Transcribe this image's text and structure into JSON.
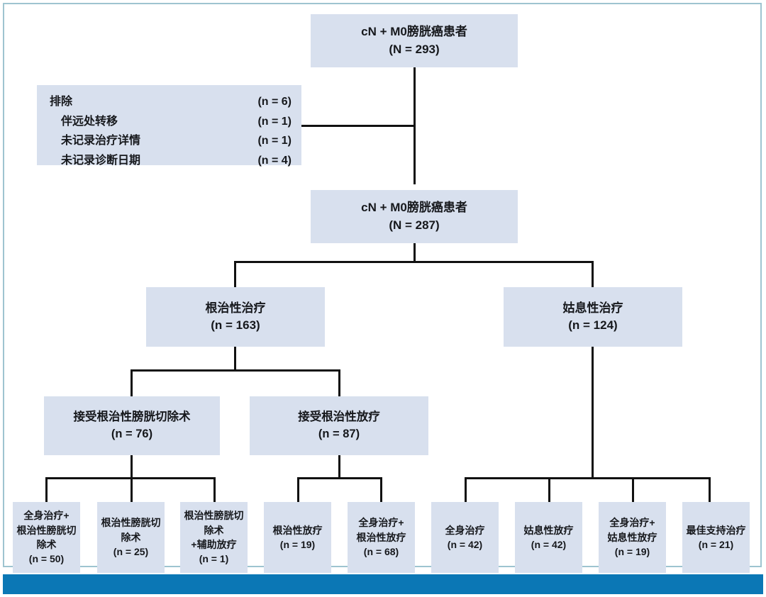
{
  "figure": {
    "type": "flowchart",
    "title_text": "",
    "frame_color": "#9ec4d0",
    "bar_color": "#0b77b5",
    "box_fill": "#d8e0ee",
    "line_color": "#111111"
  },
  "nodes": {
    "cohort_initial": {
      "label": "cN + M0膀胱癌患者",
      "count": "(N = 293)"
    },
    "cohort_final": {
      "label": "cN + M0膀胱癌患者",
      "count": "(N = 287)"
    },
    "curative": {
      "label": "根治性治疗",
      "count": "(n = 163)"
    },
    "palliative": {
      "label": "姑息性治疗",
      "count": "(n = 124)"
    },
    "radical_cystectomy": {
      "label": "接受根治性膀胱切除术",
      "count": "(n = 76)"
    },
    "radical_radiotherapy": {
      "label": "接受根治性放疗",
      "count": "(n = 87)"
    },
    "leaf_sys_plus_rc": {
      "label": "全身治疗+\n根治性膀胱切\n除术",
      "count": "(n = 50)"
    },
    "leaf_rc": {
      "label": "根治性膀胱切\n除术",
      "count": "(n = 25)"
    },
    "leaf_rc_plus_art": {
      "label": "根治性膀胱切\n除术\n+辅助放疗",
      "count": "(n = 1)"
    },
    "leaf_curative_rt": {
      "label": "根治性放疗",
      "count": "(n = 19)"
    },
    "leaf_sys_plus_rt": {
      "label": "全身治疗+\n根治性放疗",
      "count": "(n = 68)"
    },
    "leaf_systemic": {
      "label": "全身治疗",
      "count": "(n = 42)"
    },
    "leaf_pall_rt": {
      "label": "姑息性放疗",
      "count": "(n = 42)"
    },
    "leaf_sys_plus_prt": {
      "label": "全身治疗+\n姑息性放疗",
      "count": "(n = 19)"
    },
    "leaf_bsc": {
      "label": "最佳支持治疗",
      "count": "(n = 21)"
    }
  },
  "exclusion": {
    "rows": [
      {
        "label": "排除",
        "count": "(n = 6)",
        "indent": false
      },
      {
        "label": "伴远处转移",
        "count": "(n = 1)",
        "indent": true
      },
      {
        "label": "未记录治疗详情",
        "count": "(n = 1)",
        "indent": true
      },
      {
        "label": "未记录诊断日期",
        "count": "(n = 4)",
        "indent": true
      }
    ]
  },
  "chart_data": {
    "type": "flowchart",
    "title": "cN+ M0 膀胱癌患者治疗流程",
    "levels": [
      {
        "level": 0,
        "nodes": [
          {
            "label": "cN + M0膀胱癌患者",
            "n": 293
          }
        ]
      },
      {
        "level": 1,
        "nodes": [
          {
            "label": "排除",
            "n": 6,
            "children": [
              {
                "label": "伴远处转移",
                "n": 1
              },
              {
                "label": "未记录治疗详情",
                "n": 1
              },
              {
                "label": "未记录诊断日期",
                "n": 4
              }
            ]
          }
        ]
      },
      {
        "level": 2,
        "nodes": [
          {
            "label": "cN + M0膀胱癌患者",
            "n": 287
          }
        ]
      },
      {
        "level": 3,
        "nodes": [
          {
            "label": "根治性治疗",
            "n": 163
          },
          {
            "label": "姑息性治疗",
            "n": 124
          }
        ]
      },
      {
        "level": 4,
        "nodes": [
          {
            "label": "接受根治性膀胱切除术",
            "n": 76
          },
          {
            "label": "接受根治性放疗",
            "n": 87
          }
        ]
      },
      {
        "level": 5,
        "nodes": [
          {
            "label": "全身治疗+根治性膀胱切除术",
            "n": 50
          },
          {
            "label": "根治性膀胱切除术",
            "n": 25
          },
          {
            "label": "根治性膀胱切除术+辅助放疗",
            "n": 1
          },
          {
            "label": "根治性放疗",
            "n": 19
          },
          {
            "label": "全身治疗+根治性放疗",
            "n": 68
          },
          {
            "label": "全身治疗",
            "n": 42
          },
          {
            "label": "姑息性放疗",
            "n": 42
          },
          {
            "label": "全身治疗+姑息性放疗",
            "n": 19
          },
          {
            "label": "最佳支持治疗",
            "n": 21
          }
        ]
      }
    ]
  }
}
